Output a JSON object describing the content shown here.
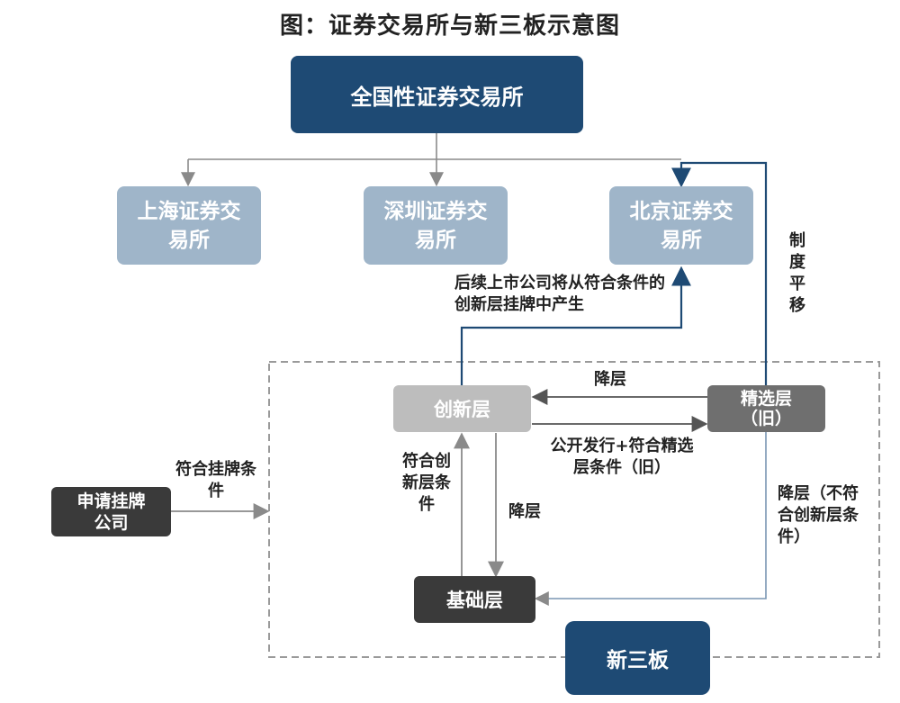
{
  "title": "图：证券交易所与新三板示意图",
  "boxes": {
    "national": "全国性证券交易所",
    "shanghai": "上海证券交易所",
    "shenzhen": "深圳证券交易所",
    "beijing": "北京证券交易所",
    "innovation": "创新层",
    "select": "精选层（旧）",
    "base": "基础层",
    "applicant": "申请挂牌公司",
    "neeq": "新三板"
  },
  "labels": {
    "future_listing": "后续上市公司将从符合条件的创新层挂牌中产生",
    "parallel": "制度平移",
    "downgrade_top": "降层",
    "public_offer": "公开发行+符合精选层条件（旧）",
    "meet_innovation": "符合创新层条件",
    "downgrade_mid": "降层",
    "downgrade_right": "降层（不符合创新层条件）",
    "meet_listing": "符合挂牌条件"
  },
  "colors": {
    "dark_blue": "#1e4a74",
    "light_blue": "#9fb5c9",
    "gray_light": "#bdbdbd",
    "gray_dark": "#6f6f6f",
    "black": "#3a3a3a"
  }
}
